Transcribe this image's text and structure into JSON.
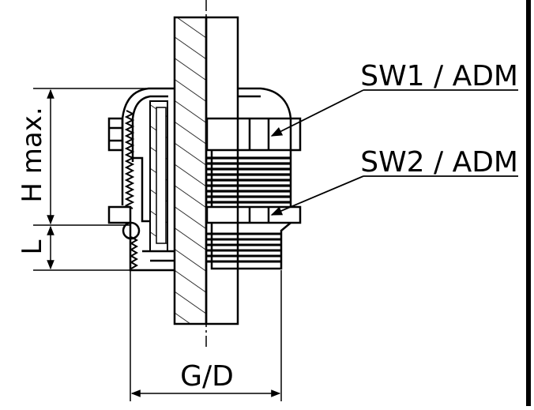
{
  "labels": {
    "sw1": "SW1 / ADM",
    "sw2": "SW2 / ADM",
    "h_max": "H max.",
    "l": "L",
    "g_d": "G/D"
  },
  "colors": {
    "stroke": "#000000",
    "background": "#ffffff"
  }
}
